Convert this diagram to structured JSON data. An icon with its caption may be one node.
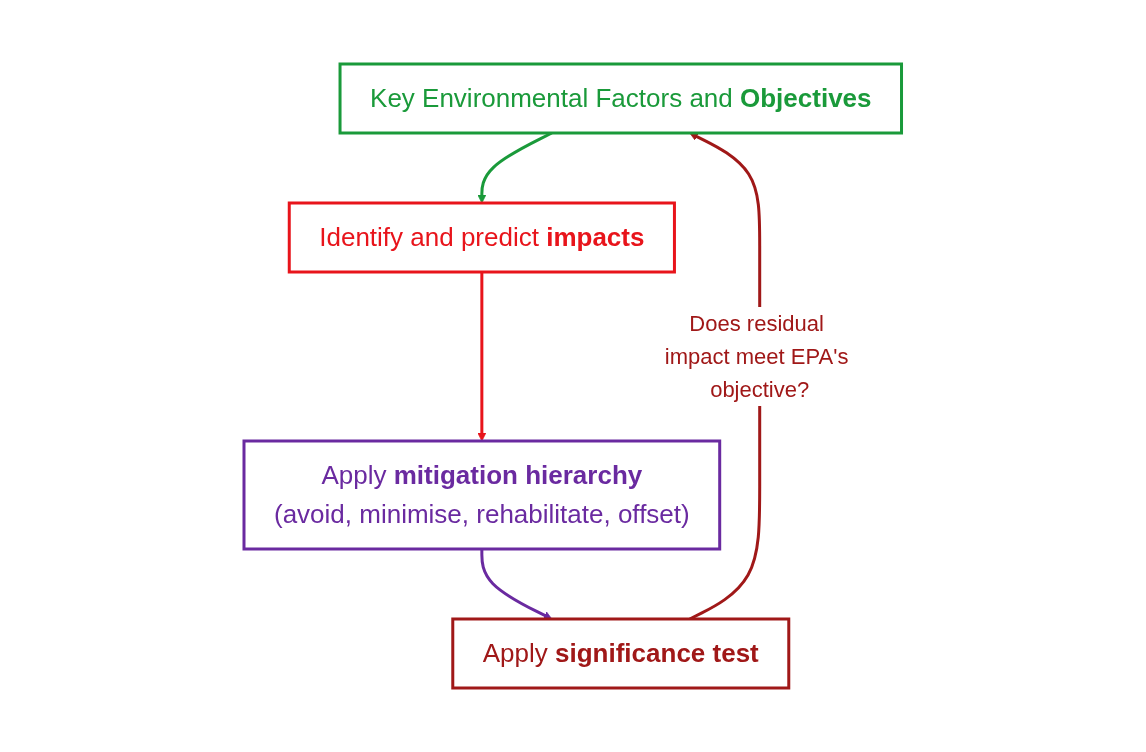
{
  "diagram": {
    "nodes": [
      {
        "text": [
          "Key Environmental Factors and **Objectives**"
        ]
      },
      {
        "text": [
          "Identify and predict **impacts**"
        ]
      },
      {
        "text": [
          "Apply **mitigation hierarchy**",
          "(avoid, minimise, rehabilitate, offset)"
        ]
      },
      {
        "text": [
          "Apply **significance test**"
        ]
      }
    ],
    "edges": [
      {
        "from": 0,
        "to": 1,
        "arrow": "to",
        "color": "#1a9a3a"
      },
      {
        "from": 1,
        "to": 2,
        "arrow": "to",
        "color": "#e8141b"
      },
      {
        "from": 2,
        "to": 3,
        "arrow": "to",
        "color": "#6a2aa0"
      },
      {
        "from": 3,
        "to": 0,
        "arrow": "to",
        "label": "Does residual impact meet EPA's objective?",
        "color": "#a01818"
      }
    ]
  }
}
